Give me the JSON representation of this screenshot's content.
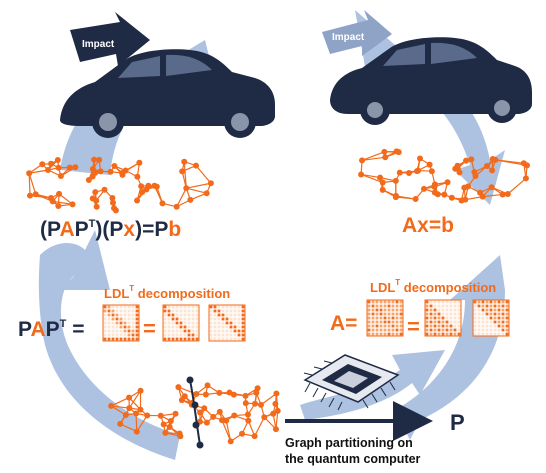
{
  "impact_label_left": "Impact",
  "impact_label_right": "Impact",
  "eq_left": {
    "open1": "(",
    "p1": "P",
    "a": "A",
    "p2": "P",
    "sup": "T",
    "close1": ")",
    "open2": "(",
    "p3": "P",
    "x": "x",
    "close2": ")",
    "eq": "=",
    "p4": "P",
    "b": "b"
  },
  "eq_right": "Ax=b",
  "ldl_left": {
    "main": "LDL",
    "sup": "T",
    "rest": " decomposition"
  },
  "ldl_right": {
    "main": "LDL",
    "sup": "T",
    "rest": " decomposition"
  },
  "lhs_left": {
    "p1": "P",
    "a": "A",
    "p2": "P",
    "sup": "T",
    "eq": " ="
  },
  "lhs_right": "A=",
  "equals_sign": "=",
  "arrow_label": "P",
  "caption_line1": "Graph partitioning on",
  "caption_line2": "the quantum computer",
  "colors": {
    "blue_arrow": "#a9bfdf",
    "navy": "#1f2a44",
    "orange": "#f26a1b",
    "orange_light": "#f7a36c",
    "black": "#111111"
  }
}
